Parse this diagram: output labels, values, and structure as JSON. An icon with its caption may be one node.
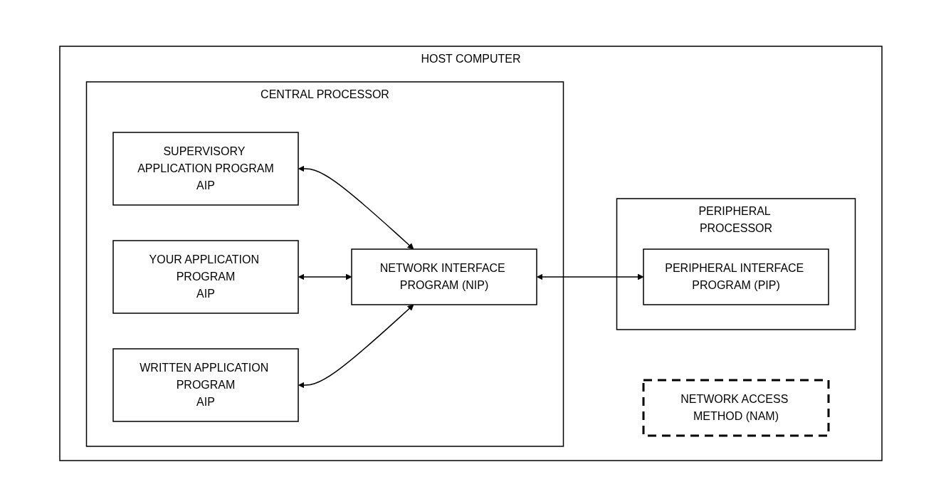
{
  "diagram": {
    "nodes": [
      {
        "text": [
          "HOST COMPUTER"
        ]
      },
      {
        "text": [
          "CENTRAL PROCESSOR"
        ],
        "in": 0
      },
      {
        "text": [
          "PERIPHERAL PROCESSOR"
        ],
        "in": 0
      },
      {
        "text": [
          "NETWORK ACCESS METHOD (NAM)"
        ],
        "in": 0
      },
      {
        "text": [
          "SUPERVISORY APPLICATION PROGRAM",
          "AIP"
        ],
        "in": 1
      },
      {
        "text": [
          "YOUR APPLICATION PROGRAM",
          "AIP"
        ],
        "in": 1
      },
      {
        "text": [
          "WRITTEN APPLICATION PROGRAM",
          "AIP"
        ],
        "in": 1
      },
      {
        "text": [
          "NETWORK INTERFACE PROGRAM (NIP)"
        ],
        "in": 1
      },
      {
        "text": [
          "PERIPHERAL INTERFACE PROGRAM (PIP)"
        ],
        "in": 2
      }
    ],
    "edges": [
      {
        "from": 4,
        "to": 7,
        "arrow": "both"
      },
      {
        "from": 5,
        "to": 7,
        "arrow": "both"
      },
      {
        "from": 6,
        "to": 7,
        "arrow": "both"
      },
      {
        "from": 7,
        "to": 8,
        "arrow": "both"
      }
    ]
  }
}
